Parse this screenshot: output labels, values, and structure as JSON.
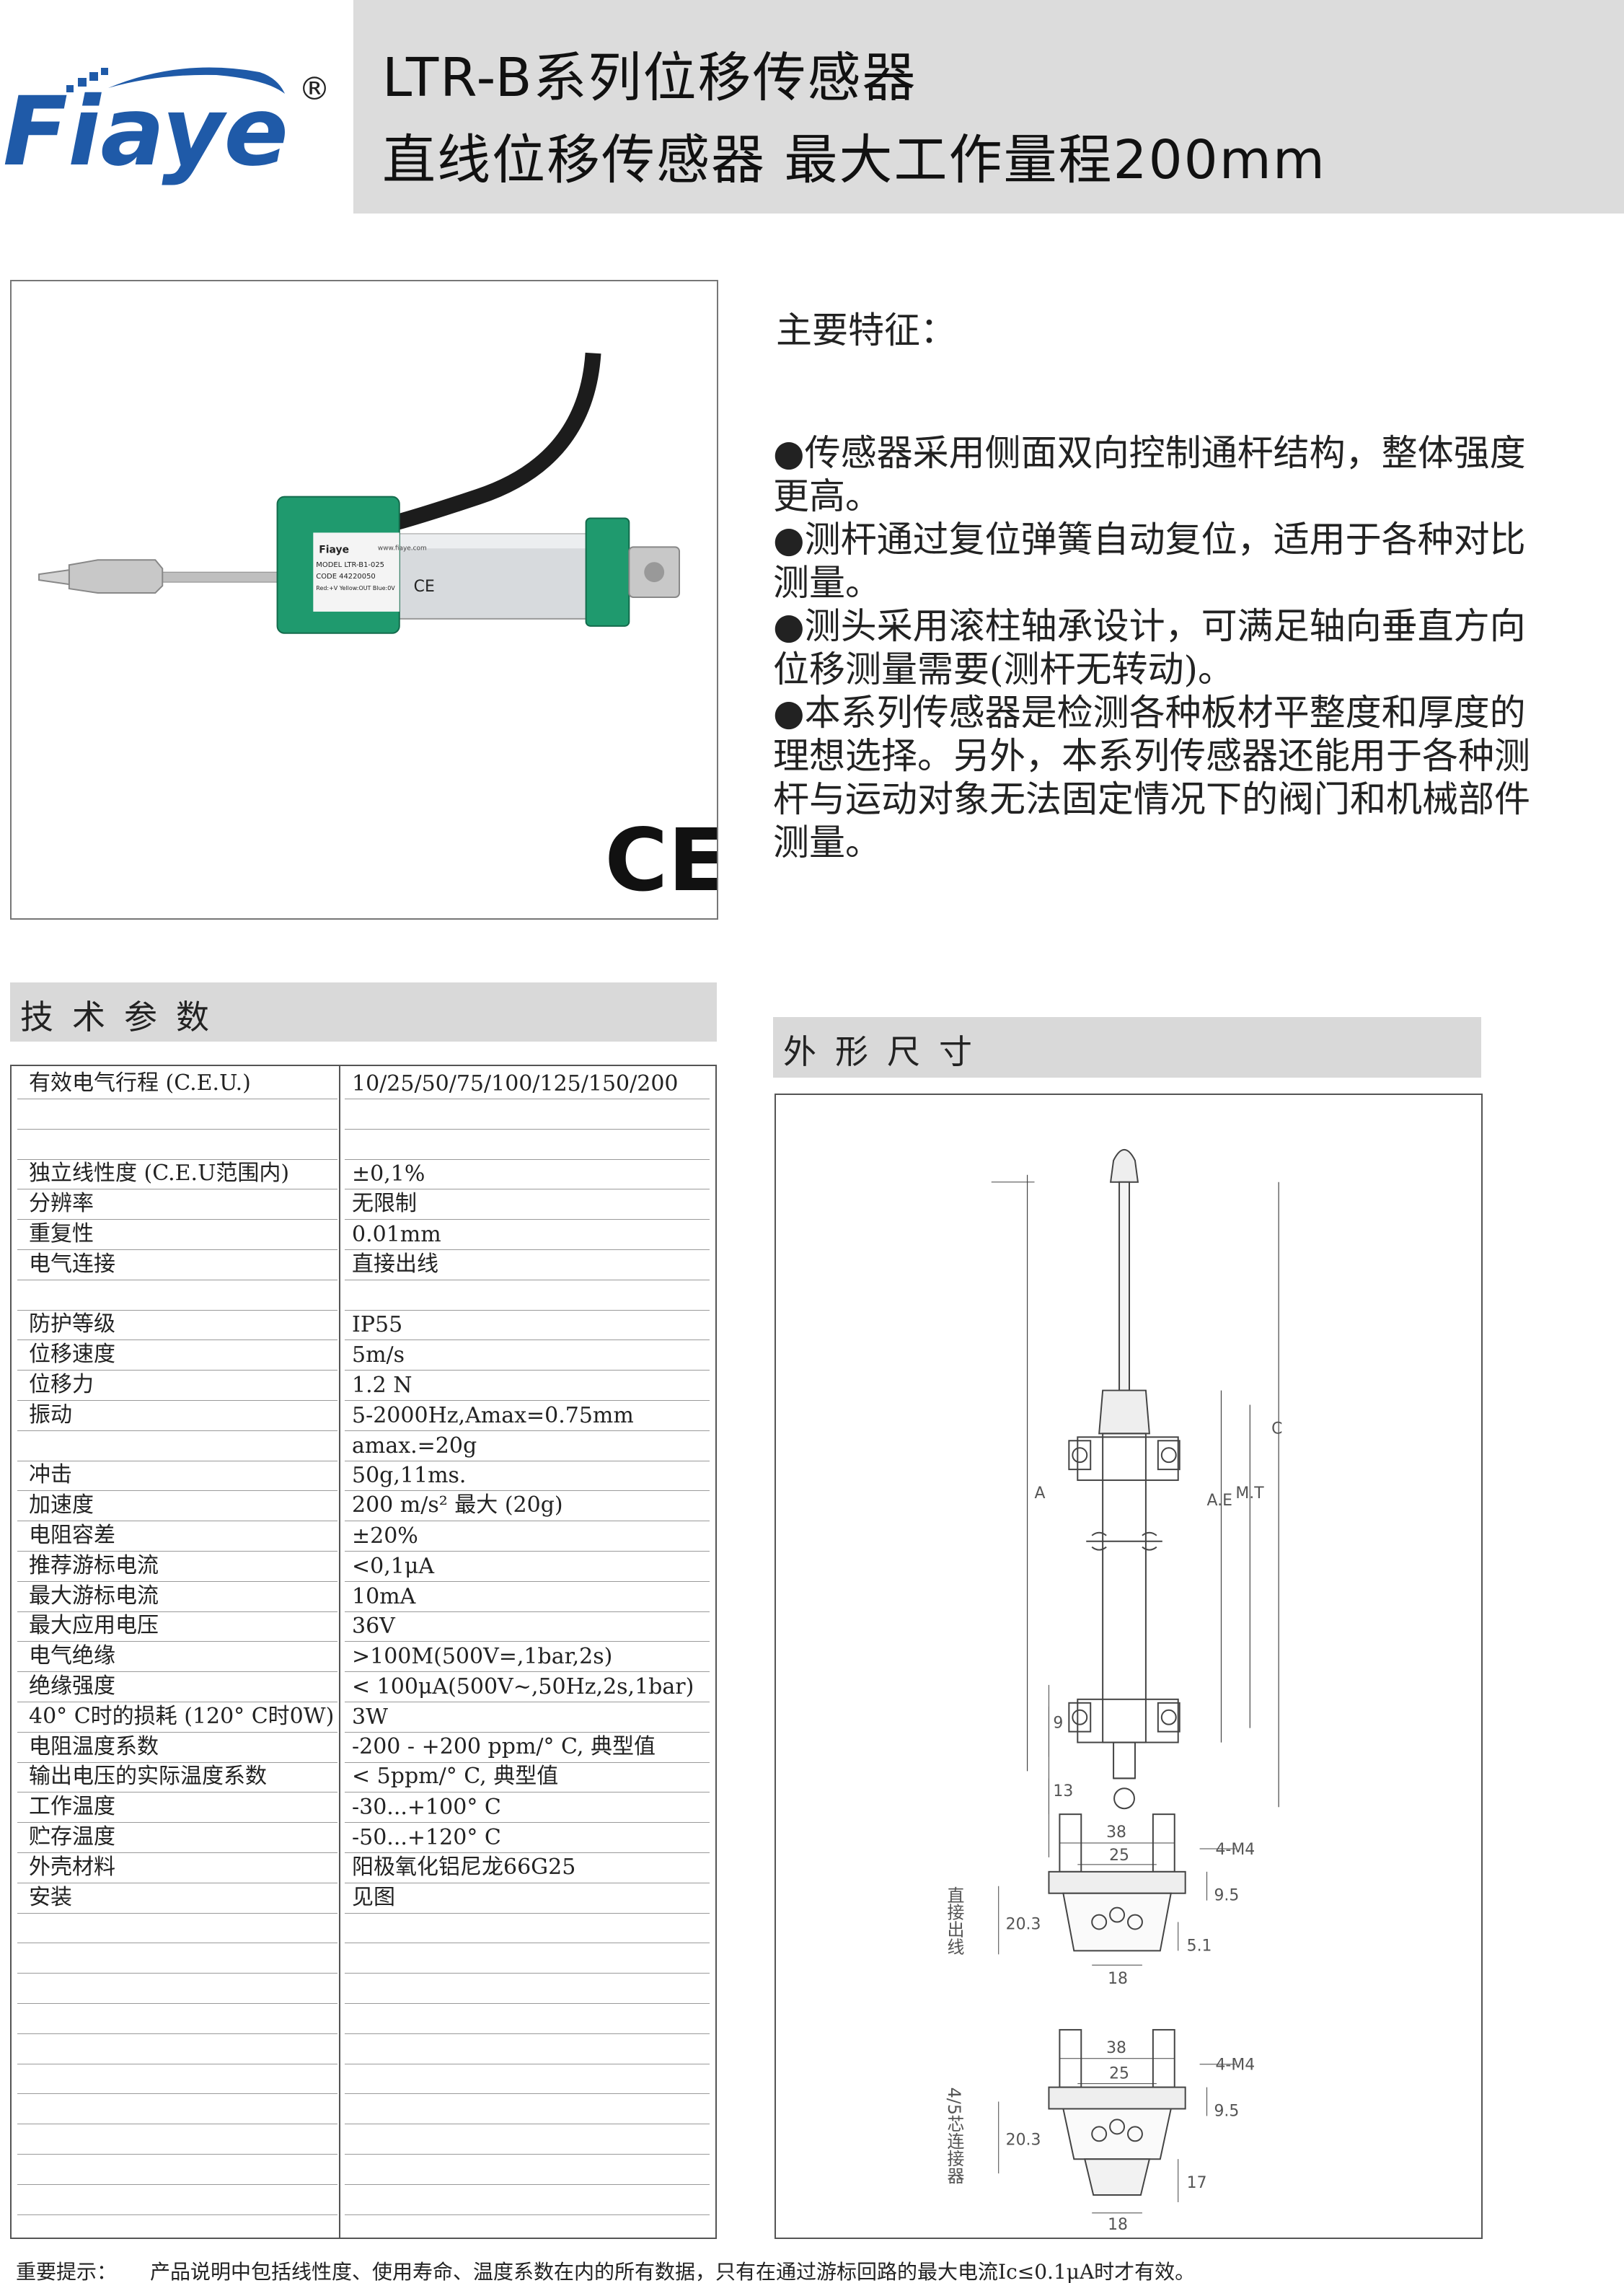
{
  "brand": {
    "name": "Fiaye",
    "mark": "®"
  },
  "header": {
    "line1": "LTR-B系列位移传感器",
    "line2": "直线位移传感器  最大工作量程200mm"
  },
  "product_image": {
    "label_brand": "Fiaye",
    "label_url": "www.fiaye.com",
    "label_model": "MODEL  LTR-B1-025",
    "label_code": "CODE  44220050",
    "label_wires": "Red:+V  Yellow:OUT  Blue:0V",
    "cert": "CE"
  },
  "features": {
    "title": "主要特征：",
    "items": [
      "●传感器采用侧面双向控制通杆结构，整体强度更高。",
      "●测杆通过复位弹簧自动复位，适用于各种对比测量。",
      "●测头采用滚柱轴承设计，可满足轴向垂直方向位移测量需要(测杆无转动)。",
      "●本系列传感器是检测各种板材平整度和厚度的理想选择。另外，本系列传感器还能用于各种测杆与运动对象无法固定情况下的阀门和机械部件测量。"
    ]
  },
  "tech_section": {
    "title": "技术参数"
  },
  "dim_section": {
    "title": "外形尺寸",
    "labels": {
      "c": "C",
      "mt": "M.T",
      "ae": "A.E",
      "a": "A",
      "d9": "9",
      "d13": "13",
      "d38a": "38",
      "d25a": "25",
      "m4a": "4-M4",
      "d9_5a": "9.5",
      "d20_3a": "20.3",
      "d5_1": "5.1",
      "d18a": "18",
      "conn1": "直接出线",
      "d38b": "38",
      "d25b": "25",
      "m4b": "4-M4",
      "d9_5b": "9.5",
      "d20_3b": "20.3",
      "d17": "17",
      "d18b": "18",
      "conn2": "4/5芯连接器"
    }
  },
  "specs": [
    {
      "key": "有效电气行程 (C.E.U.)",
      "value": "10/25/50/75/100/125/150/200"
    },
    {
      "key": "",
      "value": ""
    },
    {
      "key": "",
      "value": ""
    },
    {
      "key": "独立线性度 (C.E.U范围内)",
      "value": "±0,1%"
    },
    {
      "key": "分辨率",
      "value": "无限制"
    },
    {
      "key": "重复性",
      "value": "0.01mm"
    },
    {
      "key": "电气连接",
      "value": "直接出线"
    },
    {
      "key": "",
      "value": ""
    },
    {
      "key": "防护等级",
      "value": "IP55"
    },
    {
      "key": "位移速度",
      "value": "5m/s"
    },
    {
      "key": "位移力",
      "value": "1.2 N"
    },
    {
      "key": "振动",
      "value": "5-2000Hz,Amax=0.75mm"
    },
    {
      "key": "",
      "value": "amax.=20g"
    },
    {
      "key": "冲击",
      "value": "50g,11ms."
    },
    {
      "key": "加速度",
      "value": "200 m/s² 最大 (20g)"
    },
    {
      "key": "电阻容差",
      "value": "±20%"
    },
    {
      "key": "推荐游标电流",
      "value": "<0,1μA"
    },
    {
      "key": "最大游标电流",
      "value": "10mA"
    },
    {
      "key": "最大应用电压",
      "value": "36V"
    },
    {
      "key": "电气绝缘",
      "value": ">100M(500V=,1bar,2s)"
    },
    {
      "key": "绝缘强度",
      "value": "< 100μA(500V~,50Hz,2s,1bar)"
    },
    {
      "key": "40° C时的损耗 (120° C时0W)",
      "value": "3W"
    },
    {
      "key": "电阻温度系数",
      "value": "-200 - +200 ppm/° C, 典型值"
    },
    {
      "key": "输出电压的实际温度系数",
      "value": "< 5ppm/° C, 典型值"
    },
    {
      "key": "工作温度",
      "value": "-30...+100° C"
    },
    {
      "key": "贮存温度",
      "value": "-50...+120° C"
    },
    {
      "key": "外壳材料",
      "value": "阳极氧化铝尼龙66G25"
    },
    {
      "key": "安装",
      "value": "见图"
    },
    {
      "key": "",
      "value": ""
    },
    {
      "key": "",
      "value": ""
    },
    {
      "key": "",
      "value": ""
    },
    {
      "key": "",
      "value": ""
    },
    {
      "key": "",
      "value": ""
    },
    {
      "key": "",
      "value": ""
    },
    {
      "key": "",
      "value": ""
    },
    {
      "key": "",
      "value": ""
    },
    {
      "key": "",
      "value": ""
    },
    {
      "key": "",
      "value": ""
    }
  ],
  "footer": {
    "label": "重要提示：",
    "text": "产品说明中包括线性度、使用寿命、温度系数在内的所有数据，只有在通过游标回路的最大电流Ic≤0.1μA时才有效。"
  },
  "colors": {
    "housing_green": "#1f9a6e",
    "header_gray": "#dcdcdc",
    "brand_blue": "#1f5aa8"
  }
}
